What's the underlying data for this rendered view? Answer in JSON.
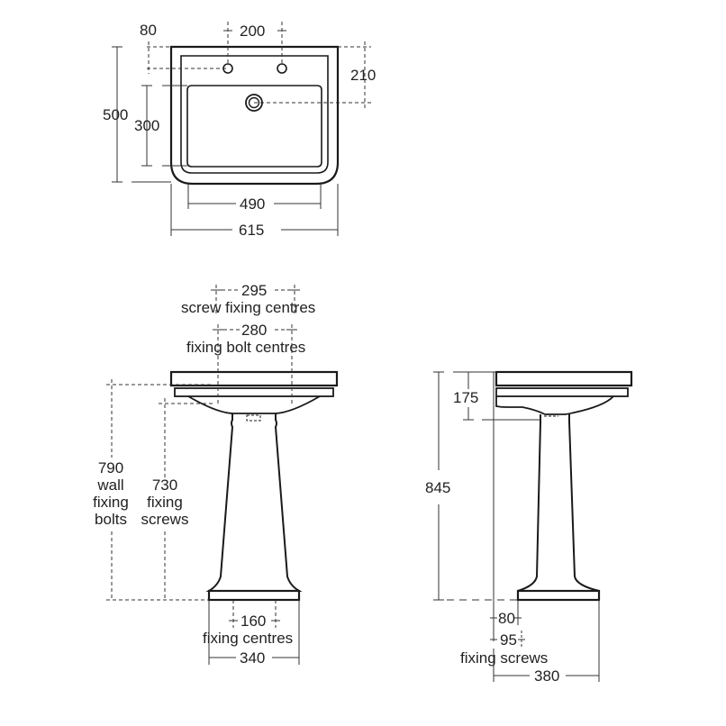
{
  "plan_view": {
    "dim_tap_offset": "80",
    "dim_tap_centres": "200",
    "dim_waste_from_back": "210",
    "dim_depth": "500",
    "dim_bowl_depth": "300",
    "dim_bowl_width": "490",
    "dim_overall_width": "615"
  },
  "front_view": {
    "screw_centres_value": "295",
    "screw_centres_label": "screw fixing centres",
    "bolt_centres_value": "280",
    "bolt_centres_label": "fixing bolt centres",
    "wall_bolts_value": "790",
    "wall_bolts_line1": "wall",
    "wall_bolts_line2": "fixing",
    "wall_bolts_line3": "bolts",
    "fixing_screws_value": "730",
    "fixing_screws_line1": "fixing",
    "fixing_screws_line2": "screws",
    "floor_centres_value": "160",
    "floor_centres_label": "fixing centres",
    "base_width": "340"
  },
  "side_view": {
    "basin_height": "175",
    "overall_height": "845",
    "base_offset": "80",
    "screw_offset": "95",
    "screw_label": "fixing screws",
    "overall_depth": "380"
  },
  "colors": {
    "line": "#1a1a1a",
    "dim": "#333333"
  }
}
